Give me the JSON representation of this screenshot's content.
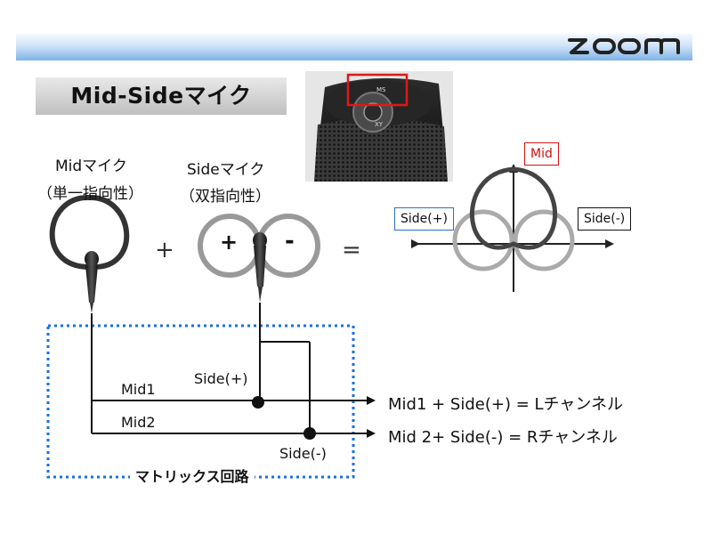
{
  "header": {
    "logo_text": "ZOOM"
  },
  "title": "Mid-Sideマイク",
  "mid_mic": {
    "label": "Midマイク",
    "pattern": "（単一指向性）"
  },
  "side_mic": {
    "label": "Sideマイク",
    "pattern": "（双指向性）",
    "plus": "+",
    "minus": "-"
  },
  "operators": {
    "plus": "+",
    "equals": "="
  },
  "polar": {
    "mid": "Mid",
    "side_plus": "Side(+)",
    "side_minus": "Side(-)"
  },
  "photo": {
    "label_ms": "MS",
    "label_xy": "XY"
  },
  "matrix": {
    "mid1": "Mid1",
    "mid2": "Mid2",
    "side_plus": "Side(+)",
    "side_minus": "Side(-)",
    "out_l": "Mid1 + Side(+) = Lチャンネル",
    "out_r": "Mid 2+ Side(-)  = Rチャンネル",
    "caption": "マトリックス回路"
  },
  "colors": {
    "mid_box": "#d01010",
    "side_plus_box": "#2a6fd0",
    "side_minus_box": "#111111",
    "matrix_border": "#1a6fe0",
    "header_blue": "#7fb3e6"
  }
}
